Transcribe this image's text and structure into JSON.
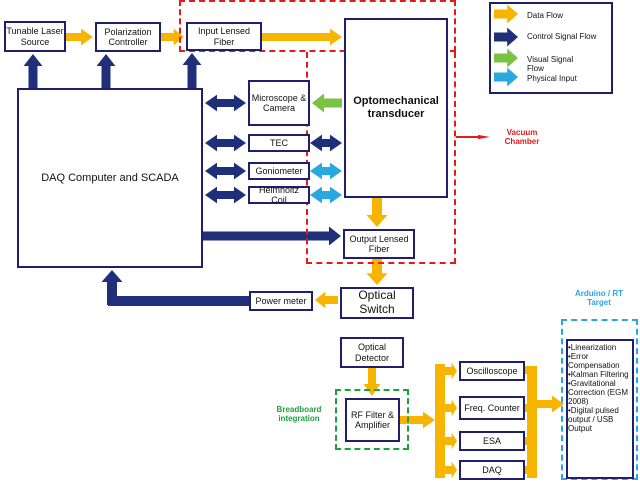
{
  "colors": {
    "data_flow": "#f7b500",
    "control_flow": "#1f2f7a",
    "visual_flow": "#7cc242",
    "physical_flow": "#29a8e0",
    "vacuum_border": "#e41b17",
    "breadboard_border": "#1aa33c",
    "arduino_border": "#29a8e0"
  },
  "legend": {
    "data": "Data Flow",
    "control": "Control Signal Flow",
    "visual": "Visual Signal Flow",
    "physical": "Physical Input"
  },
  "blocks": {
    "laser": "Tunable Laser Source",
    "polarization": "Polarization Controller",
    "input_fiber": "Input Lensed Fiber",
    "transducer": "Optomechanical transducer",
    "daq_computer": "DAQ Computer and SCADA",
    "microscope": "Microscope & Camera",
    "tec": "TEC",
    "goniometer": "Goniometer",
    "helmholtz": "Helmholtz Coil",
    "output_fiber": "Output Lensed Fiber",
    "optical_switch": "Optical Switch",
    "power_meter": "Power meter",
    "optical_detector": "Optical Detector",
    "rf_filter": "RF Filter & Amplifier",
    "oscilloscope": "Oscilloscope",
    "freq_counter": "Freq. Counter",
    "esa": "ESA",
    "daq": "DAQ"
  },
  "labels": {
    "vacuum": "Vacuum Chamber",
    "breadboard": "Breadboard integration",
    "arduino": "Arduino / RT Target"
  },
  "arduino_outputs": [
    "•Linearization",
    "•Error Compensation",
    "•Kalman Filtering",
    "•Gravitational Correction (EGM 2008)",
    "•Digital pulsed output / USB Output"
  ]
}
